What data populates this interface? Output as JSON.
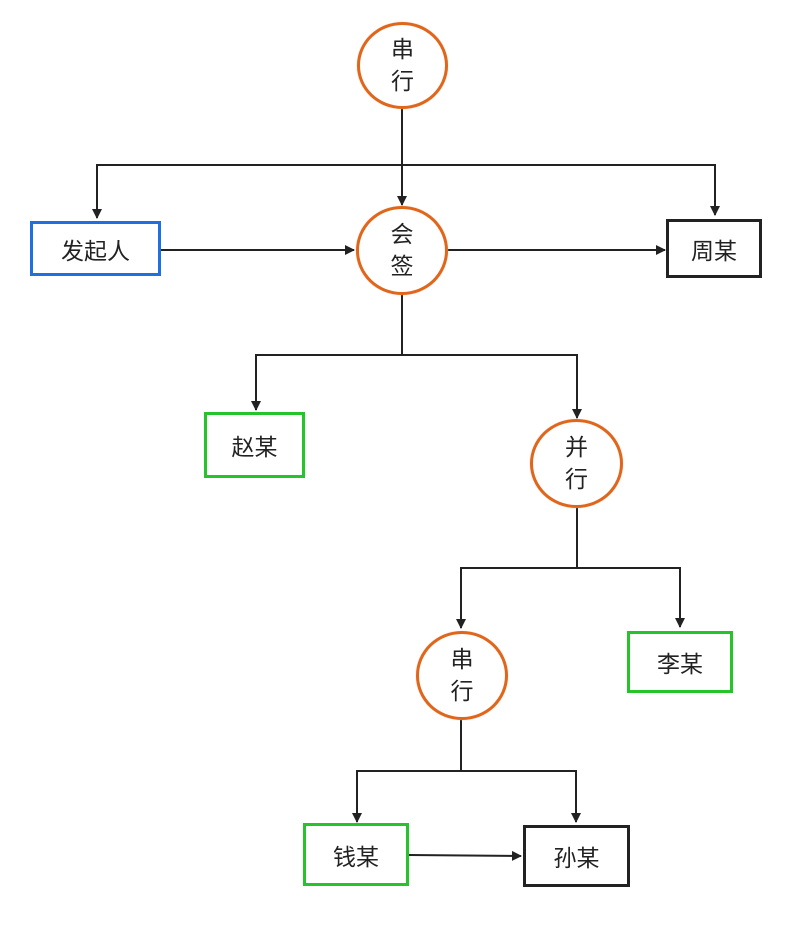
{
  "nodes": {
    "top_serial": {
      "line1": "串",
      "line2": "行",
      "color": "#e0661c"
    },
    "initiator": {
      "label": "发起人",
      "color": "#1f6fe0"
    },
    "countersign": {
      "line1": "会",
      "line2": "签",
      "color": "#e0661c"
    },
    "zhou": {
      "label": "周某",
      "color": "#222222"
    },
    "zhao": {
      "label": "赵某",
      "color": "#25c42a"
    },
    "parallel": {
      "line1": "并",
      "line2": "行",
      "color": "#e0661c"
    },
    "sub_serial": {
      "line1": "串",
      "line2": "行",
      "color": "#e0661c"
    },
    "li": {
      "label": "李某",
      "color": "#25c42a"
    },
    "qian": {
      "label": "钱某",
      "color": "#25c42a"
    },
    "sun": {
      "label": "孙某",
      "color": "#222222"
    }
  },
  "edges": [
    {
      "from": "top_serial",
      "to": "initiator"
    },
    {
      "from": "top_serial",
      "to": "countersign"
    },
    {
      "from": "top_serial",
      "to": "zhou"
    },
    {
      "from": "initiator",
      "to": "countersign"
    },
    {
      "from": "countersign",
      "to": "zhou"
    },
    {
      "from": "countersign",
      "to": "zhao"
    },
    {
      "from": "countersign",
      "to": "parallel"
    },
    {
      "from": "parallel",
      "to": "sub_serial"
    },
    {
      "from": "parallel",
      "to": "li"
    },
    {
      "from": "sub_serial",
      "to": "qian"
    },
    {
      "from": "sub_serial",
      "to": "sun"
    },
    {
      "from": "qian",
      "to": "sun"
    }
  ],
  "line_color": "#222222"
}
